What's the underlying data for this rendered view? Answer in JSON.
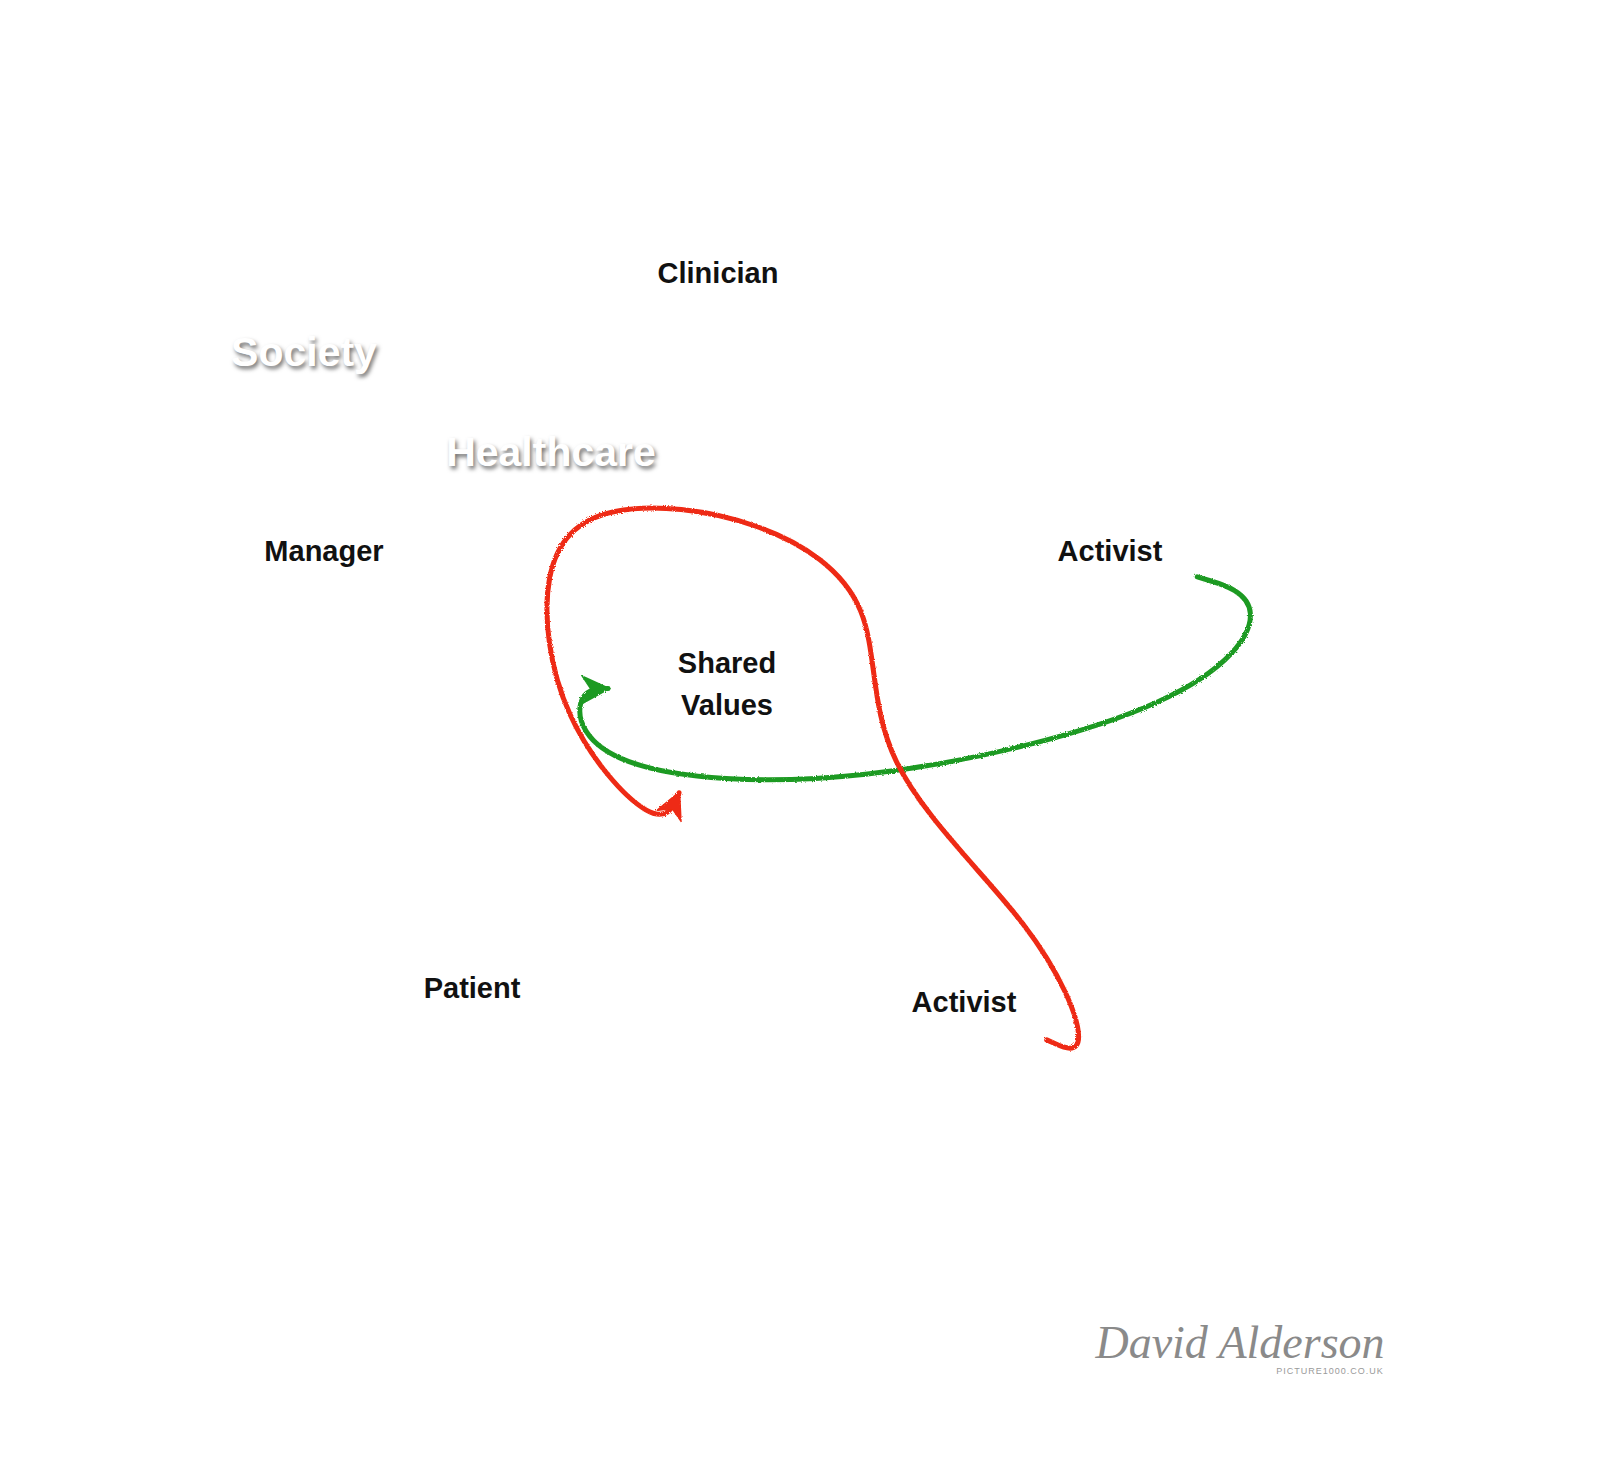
{
  "diagram": {
    "nodes": [
      {
        "text": [
          "Society"
        ]
      },
      {
        "text": [
          "Healthcare"
        ],
        "in": 0
      },
      {
        "text": [
          "Clinician"
        ],
        "in": 1
      },
      {
        "text": [
          "Manager"
        ],
        "in": 1
      },
      {
        "text": [
          "Activist"
        ],
        "in": 1
      },
      {
        "text": [
          "Shared Values"
        ],
        "in": 1
      },
      {
        "text": [
          "Patient"
        ],
        "in": 1
      },
      {
        "text": [
          "Activist"
        ],
        "in": 1
      }
    ],
    "edges": [
      {
        "from": 4,
        "to": 5,
        "arrow": "to"
      },
      {
        "from": 7,
        "to": 5,
        "arrow": "to"
      }
    ],
    "labels": [
      "David Alderson",
      "PICTURE1000.CO.UK"
    ]
  }
}
